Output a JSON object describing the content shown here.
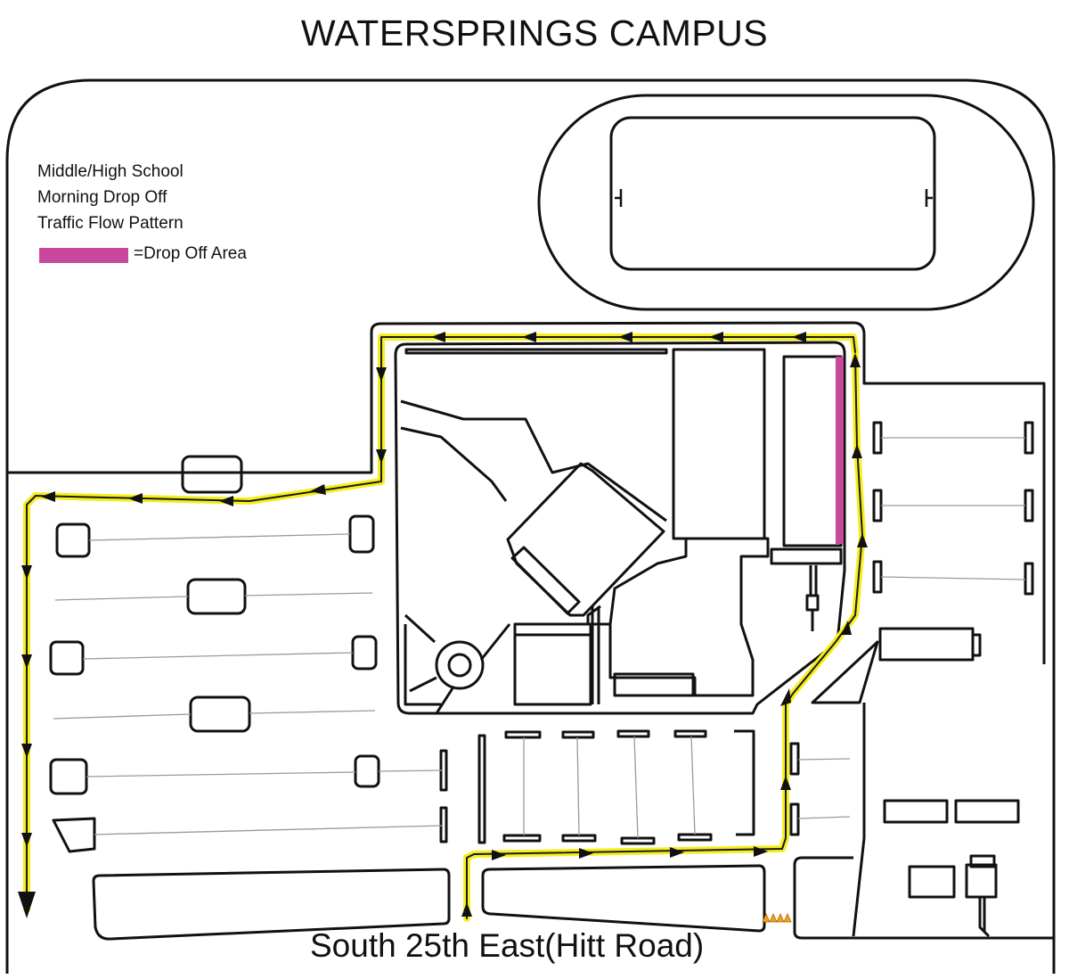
{
  "map": {
    "title": "WATERSPRINGS CAMPUS",
    "road_label": "South 25th East(Hitt Road)"
  },
  "legend": {
    "lines": [
      "Middle/High School",
      "Morning Drop Off",
      "Traffic Flow Pattern"
    ],
    "drop_off_label": "=Drop Off Area",
    "drop_off_color": "#c8489c"
  },
  "colors": {
    "route_highlight": "#f5ef1f",
    "route_line": "#1a1a1a",
    "outline": "#111111",
    "parking_line": "#9a9a9a",
    "cone": "#f0a020"
  },
  "icons": [
    "arrow-icon",
    "traffic-cone-icon"
  ]
}
